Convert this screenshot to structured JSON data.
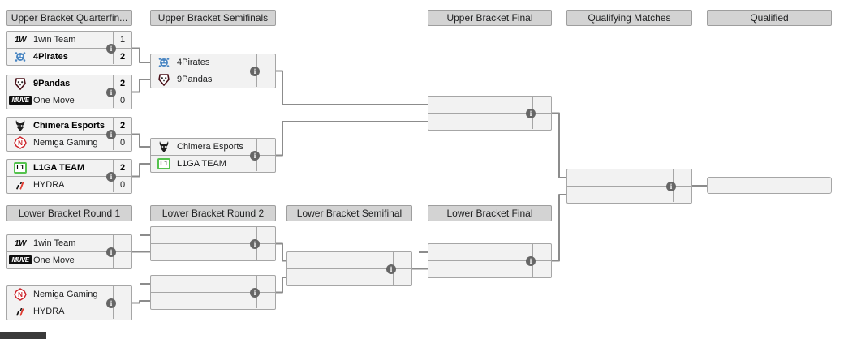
{
  "headers": {
    "ub_quarterfinals": "Upper Bracket Quarterfin...",
    "ub_semifinals": "Upper Bracket Semifinals",
    "ub_final": "Upper Bracket Final",
    "qualifying_matches": "Qualifying Matches",
    "qualified": "Qualified",
    "lb_round1": "Lower Bracket Round 1",
    "lb_round2": "Lower Bracket Round 2",
    "lb_semifinal": "Lower Bracket Semifinal",
    "lb_final": "Lower Bracket Final"
  },
  "icons": {
    "info": "i"
  },
  "logos": {
    "onewin": "1W",
    "onemove": "MUVE",
    "l1ga": "L1"
  },
  "colors": {
    "header_bg": "#d3d3d3",
    "box_bg": "#f2f2f2",
    "border": "#a6a6a6",
    "connector": "#8c8c8c",
    "l1ga_green": "#55c24e",
    "nemiga_red": "#cc2229",
    "pirates_blue": "#4a86c2",
    "hydra_red": "#e03a2f"
  },
  "matches": {
    "ub_qf1": {
      "top": {
        "team": "1win Team",
        "score": "1",
        "winner": false
      },
      "bottom": {
        "team": "4Pirates",
        "score": "2",
        "winner": true
      }
    },
    "ub_qf2": {
      "top": {
        "team": "9Pandas",
        "score": "2",
        "winner": true
      },
      "bottom": {
        "team": "One Move",
        "score": "0",
        "winner": false
      }
    },
    "ub_qf3": {
      "top": {
        "team": "Chimera Esports",
        "score": "2",
        "winner": true
      },
      "bottom": {
        "team": "Nemiga Gaming",
        "score": "0",
        "winner": false
      }
    },
    "ub_qf4": {
      "top": {
        "team": "L1GA TEAM",
        "score": "2",
        "winner": true
      },
      "bottom": {
        "team": "HYDRA",
        "score": "0",
        "winner": false
      }
    },
    "ub_sf1": {
      "top": {
        "team": "4Pirates",
        "score": "",
        "winner": false
      },
      "bottom": {
        "team": "9Pandas",
        "score": "",
        "winner": false
      }
    },
    "ub_sf2": {
      "top": {
        "team": "Chimera Esports",
        "score": "",
        "winner": false
      },
      "bottom": {
        "team": "L1GA TEAM",
        "score": "",
        "winner": false
      }
    },
    "ub_final": {
      "top": {
        "team": "",
        "score": "",
        "winner": false
      },
      "bottom": {
        "team": "",
        "score": "",
        "winner": false
      }
    },
    "qualifying_match": {
      "top": {
        "team": "",
        "score": "",
        "winner": false
      },
      "bottom": {
        "team": "",
        "score": "",
        "winner": false
      }
    },
    "lb_r1m1": {
      "top": {
        "team": "1win Team",
        "score": "",
        "winner": false
      },
      "bottom": {
        "team": "One Move",
        "score": "",
        "winner": false
      }
    },
    "lb_r1m2": {
      "top": {
        "team": "Nemiga Gaming",
        "score": "",
        "winner": false
      },
      "bottom": {
        "team": "HYDRA",
        "score": "",
        "winner": false
      }
    },
    "lb_r2m1": {
      "top": {
        "team": "",
        "score": "",
        "winner": false
      },
      "bottom": {
        "team": "",
        "score": "",
        "winner": false
      }
    },
    "lb_r2m2": {
      "top": {
        "team": "",
        "score": "",
        "winner": false
      },
      "bottom": {
        "team": "",
        "score": "",
        "winner": false
      }
    },
    "lb_sf": {
      "top": {
        "team": "",
        "score": "",
        "winner": false
      },
      "bottom": {
        "team": "",
        "score": "",
        "winner": false
      }
    },
    "lb_final": {
      "top": {
        "team": "",
        "score": "",
        "winner": false
      },
      "bottom": {
        "team": "",
        "score": "",
        "winner": false
      }
    },
    "qualified_slot": {
      "team": ""
    }
  }
}
